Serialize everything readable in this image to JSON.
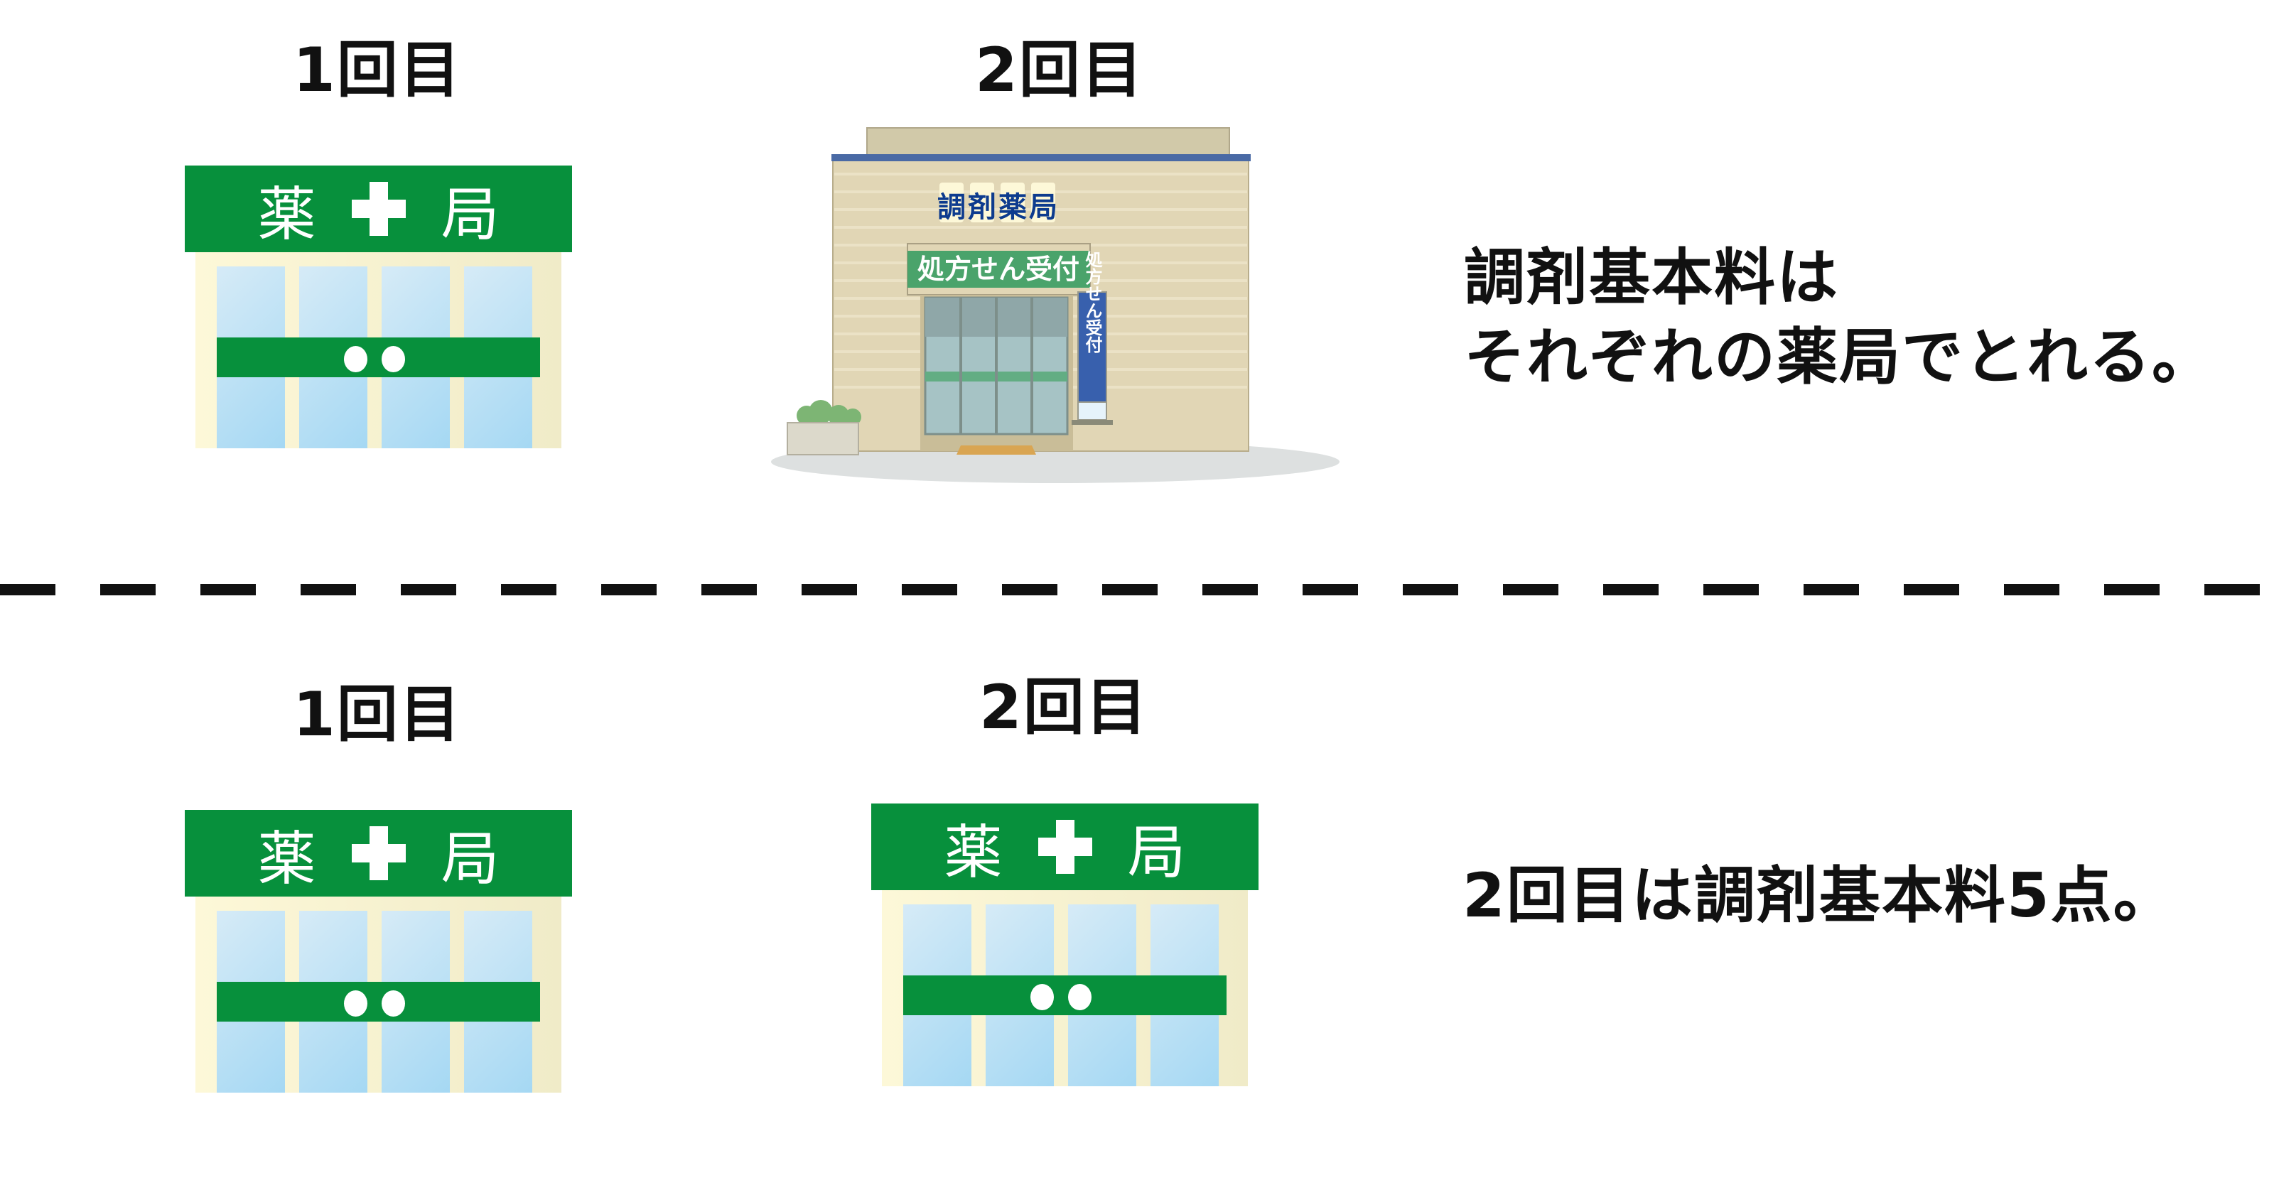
{
  "top": {
    "visit1_label": "1回目",
    "visit2_label": "2回目",
    "pharmacy1": {
      "sign_left": "薬",
      "sign_right": "局"
    },
    "building": {
      "sign": [
        "調",
        "剤",
        "薬",
        "局"
      ],
      "banner": "処方せん受付",
      "stand": "処方せん受付"
    },
    "note_line1": "調剤基本料は",
    "note_line2": "それぞれの薬局でとれる。"
  },
  "bottom": {
    "visit1_label": "1回目",
    "visit2_label": "2回目",
    "pharmacy1": {
      "sign_left": "薬",
      "sign_right": "局"
    },
    "pharmacy2": {
      "sign_left": "薬",
      "sign_right": "局"
    },
    "note": "2回目は調剤基本料5点。"
  },
  "colors": {
    "pharmacy_green": "#07903c",
    "building_blue": "#3860ad",
    "banner_green": "#4aa36b"
  }
}
